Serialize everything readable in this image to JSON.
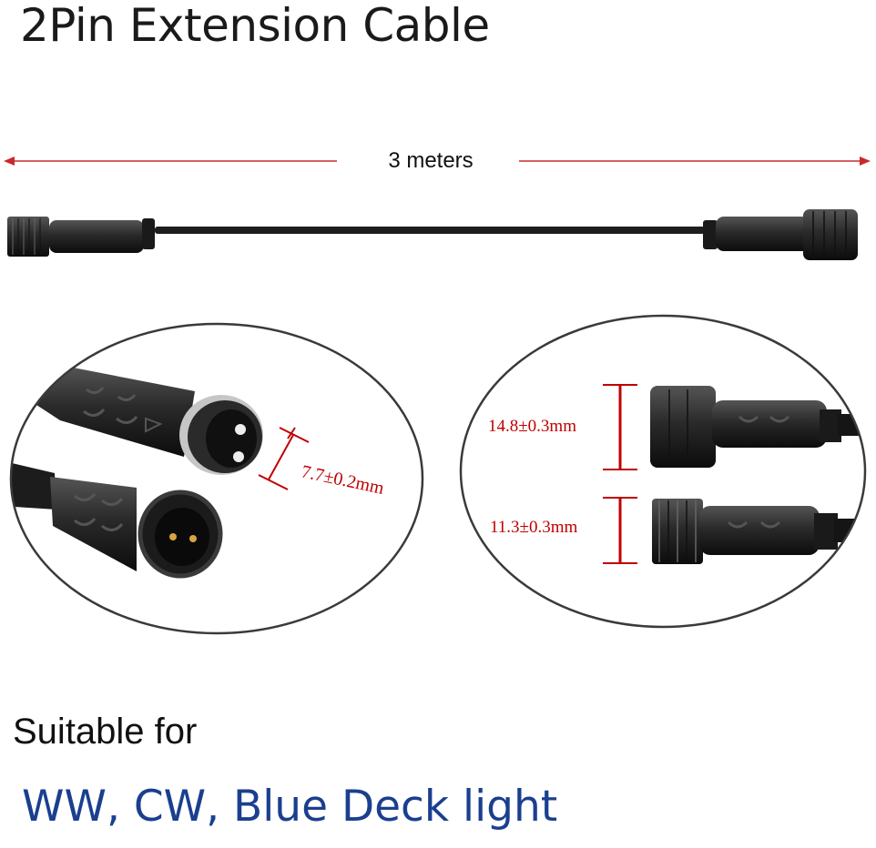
{
  "title": "2Pin Extension Cable",
  "length_label": "3 meters",
  "dimensions": {
    "socket_inner": "7.7±0.2mm",
    "female_outer": "14.8±0.3mm",
    "male_outer": "11.3±0.3mm"
  },
  "caption": "Suitable for",
  "usage": "WW, CW, Blue Deck light",
  "colors": {
    "dimension_red": "#c00000",
    "usage_blue": "#1b3f8f",
    "cable_black": "#1e1e1e"
  }
}
